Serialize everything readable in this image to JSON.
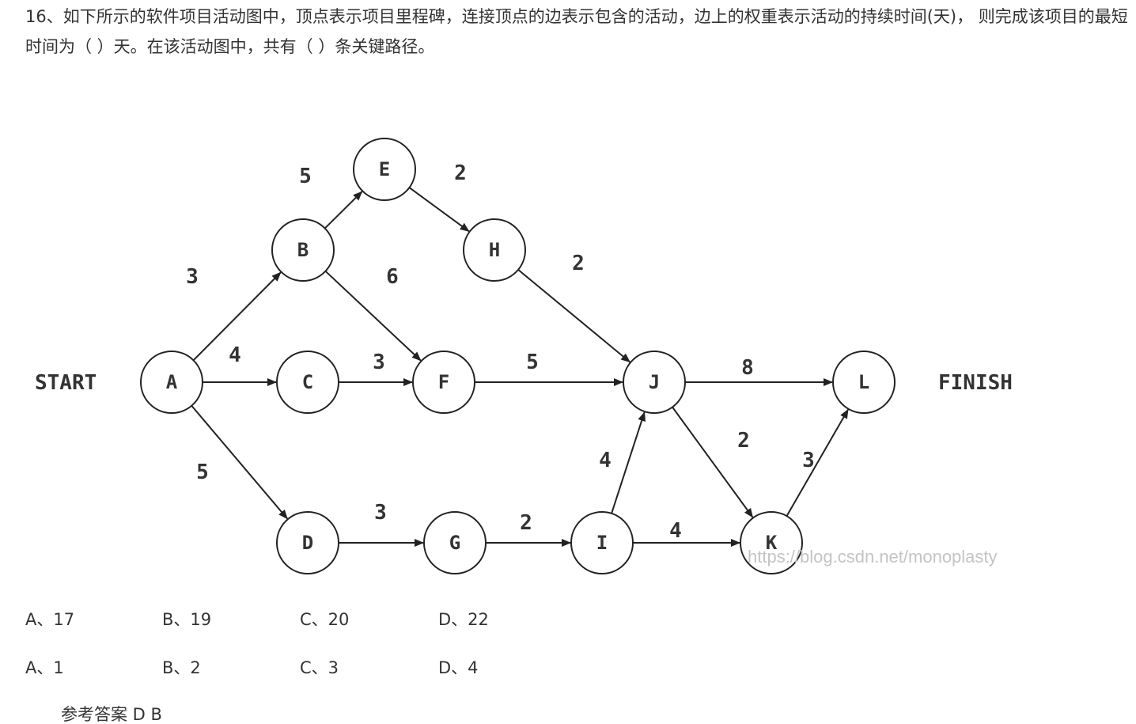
{
  "question": {
    "text": "16、如下所示的软件项目活动图中，顶点表示项目里程碑，连接顶点的边表示包含的活动，边上的权重表示活动的持续时间(天)， 则完成该项目的最短时间为（ ）天。在该活动图中，共有（ ）条关键路径。"
  },
  "diagram": {
    "start_label": "START",
    "finish_label": "FINISH",
    "watermark": "https://blog.csdn.net/monoplasty",
    "nodes": [
      {
        "id": "A",
        "label": "A"
      },
      {
        "id": "B",
        "label": "B"
      },
      {
        "id": "C",
        "label": "C"
      },
      {
        "id": "D",
        "label": "D"
      },
      {
        "id": "E",
        "label": "E"
      },
      {
        "id": "F",
        "label": "F"
      },
      {
        "id": "G",
        "label": "G"
      },
      {
        "id": "H",
        "label": "H"
      },
      {
        "id": "I",
        "label": "I"
      },
      {
        "id": "J",
        "label": "J"
      },
      {
        "id": "K",
        "label": "K"
      },
      {
        "id": "L",
        "label": "L"
      }
    ],
    "edges": [
      {
        "from": "A",
        "to": "B",
        "weight": "3"
      },
      {
        "from": "A",
        "to": "C",
        "weight": "4"
      },
      {
        "from": "A",
        "to": "D",
        "weight": "5"
      },
      {
        "from": "B",
        "to": "E",
        "weight": "5"
      },
      {
        "from": "B",
        "to": "F",
        "weight": "6"
      },
      {
        "from": "C",
        "to": "F",
        "weight": "3"
      },
      {
        "from": "E",
        "to": "H",
        "weight": "2"
      },
      {
        "from": "H",
        "to": "J",
        "weight": "2"
      },
      {
        "from": "F",
        "to": "J",
        "weight": "5"
      },
      {
        "from": "D",
        "to": "G",
        "weight": "3"
      },
      {
        "from": "G",
        "to": "I",
        "weight": "2"
      },
      {
        "from": "I",
        "to": "J",
        "weight": "4"
      },
      {
        "from": "I",
        "to": "K",
        "weight": "4"
      },
      {
        "from": "J",
        "to": "L",
        "weight": "8"
      },
      {
        "from": "J",
        "to": "K",
        "weight": "2"
      },
      {
        "from": "K",
        "to": "L",
        "weight": "3"
      }
    ]
  },
  "options_q1": {
    "a": "A、17",
    "b": "B、19",
    "c": "C、20",
    "d": "D、22"
  },
  "options_q2": {
    "a": "A、1",
    "b": "B、2",
    "c": "C、3",
    "d": "D、4"
  },
  "answer": {
    "text": "参考答案  D B"
  }
}
